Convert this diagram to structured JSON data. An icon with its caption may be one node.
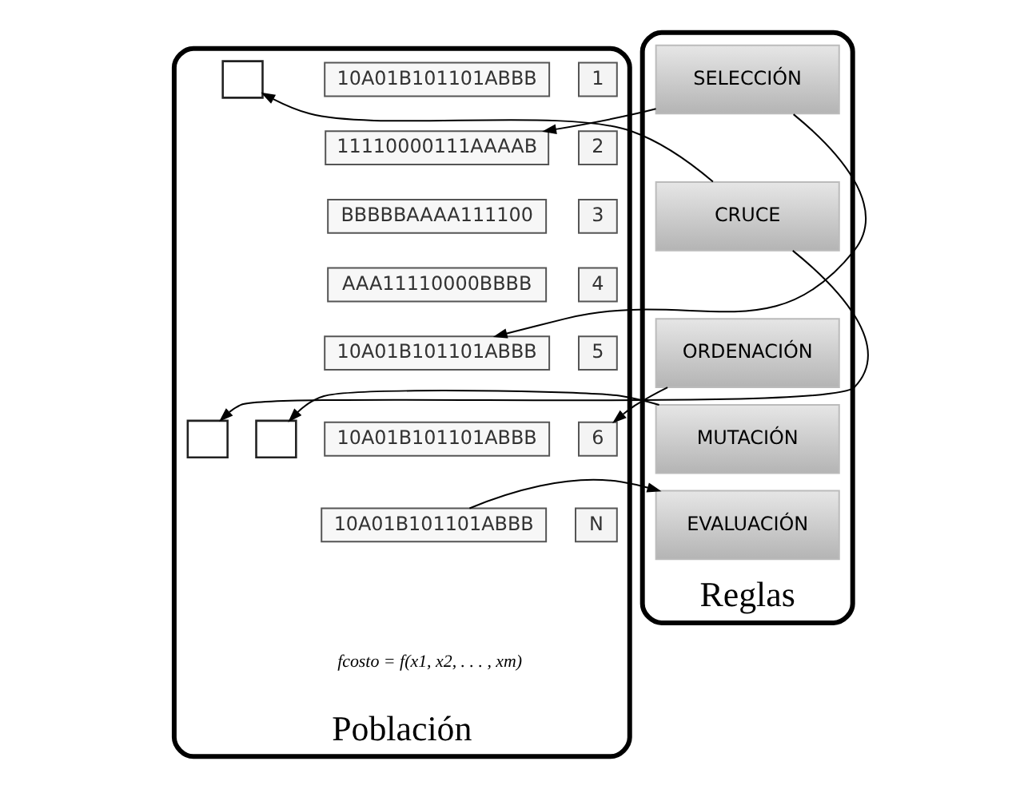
{
  "diagram": {
    "nodes": [
      {
        "text": [
          "Población"
        ]
      },
      {
        "text": [
          "1"
        ],
        "in": 0
      },
      {
        "text": [
          "10A01B101101ABBB"
        ],
        "in": 0
      },
      {
        "text": [
          "2"
        ],
        "in": 0
      },
      {
        "text": [
          "11110000111AAAAB"
        ],
        "in": 0
      },
      {
        "text": [
          "3"
        ],
        "in": 0
      },
      {
        "text": [
          "BBBBBAAAA111100"
        ],
        "in": 0
      },
      {
        "text": [
          "4"
        ],
        "in": 0
      },
      {
        "text": [
          "AAA11110000BBBB"
        ],
        "in": 0
      },
      {
        "text": [
          "5"
        ],
        "in": 0
      },
      {
        "text": [
          "10A01B101101ABBB"
        ],
        "in": 0
      },
      {
        "text": [
          "6"
        ],
        "in": 0
      },
      {
        "text": [
          "10A01B101101ABBB"
        ],
        "in": 0
      },
      {
        "text": [
          "N"
        ],
        "in": 0
      },
      {
        "text": [
          "10A01B101101ABBB"
        ],
        "in": 0
      },
      {
        "text": [],
        "shape": "box",
        "in": 0
      },
      {
        "text": [],
        "shape": "box",
        "in": 0
      },
      {
        "text": [],
        "shape": "box",
        "in": 0
      },
      {
        "text": [
          "Reglas"
        ]
      },
      {
        "text": [
          "SELECCIÓN"
        ],
        "in": 18
      },
      {
        "text": [
          "CRUCE"
        ],
        "in": 18
      },
      {
        "text": [
          "ORDENACIÓN"
        ],
        "in": 18
      },
      {
        "text": [
          "MUTACIÓN"
        ],
        "in": 18
      },
      {
        "text": [
          "EVALUACIÓN"
        ],
        "in": 18
      }
    ],
    "edges": [
      {
        "from": 19,
        "to": 4,
        "arrow": "to"
      },
      {
        "from": 19,
        "to": 10,
        "arrow": "to"
      },
      {
        "from": 20,
        "to": 15,
        "arrow": "to"
      },
      {
        "from": 20,
        "to": 17,
        "arrow": "to"
      },
      {
        "from": 21,
        "to": 11,
        "arrow": "to"
      },
      {
        "from": 22,
        "to": 16,
        "arrow": "to"
      },
      {
        "from": 14,
        "to": 23,
        "arrow": "to"
      }
    ],
    "labels": [
      "fcosto = f(x1, x2, . . . , xm)"
    ]
  }
}
